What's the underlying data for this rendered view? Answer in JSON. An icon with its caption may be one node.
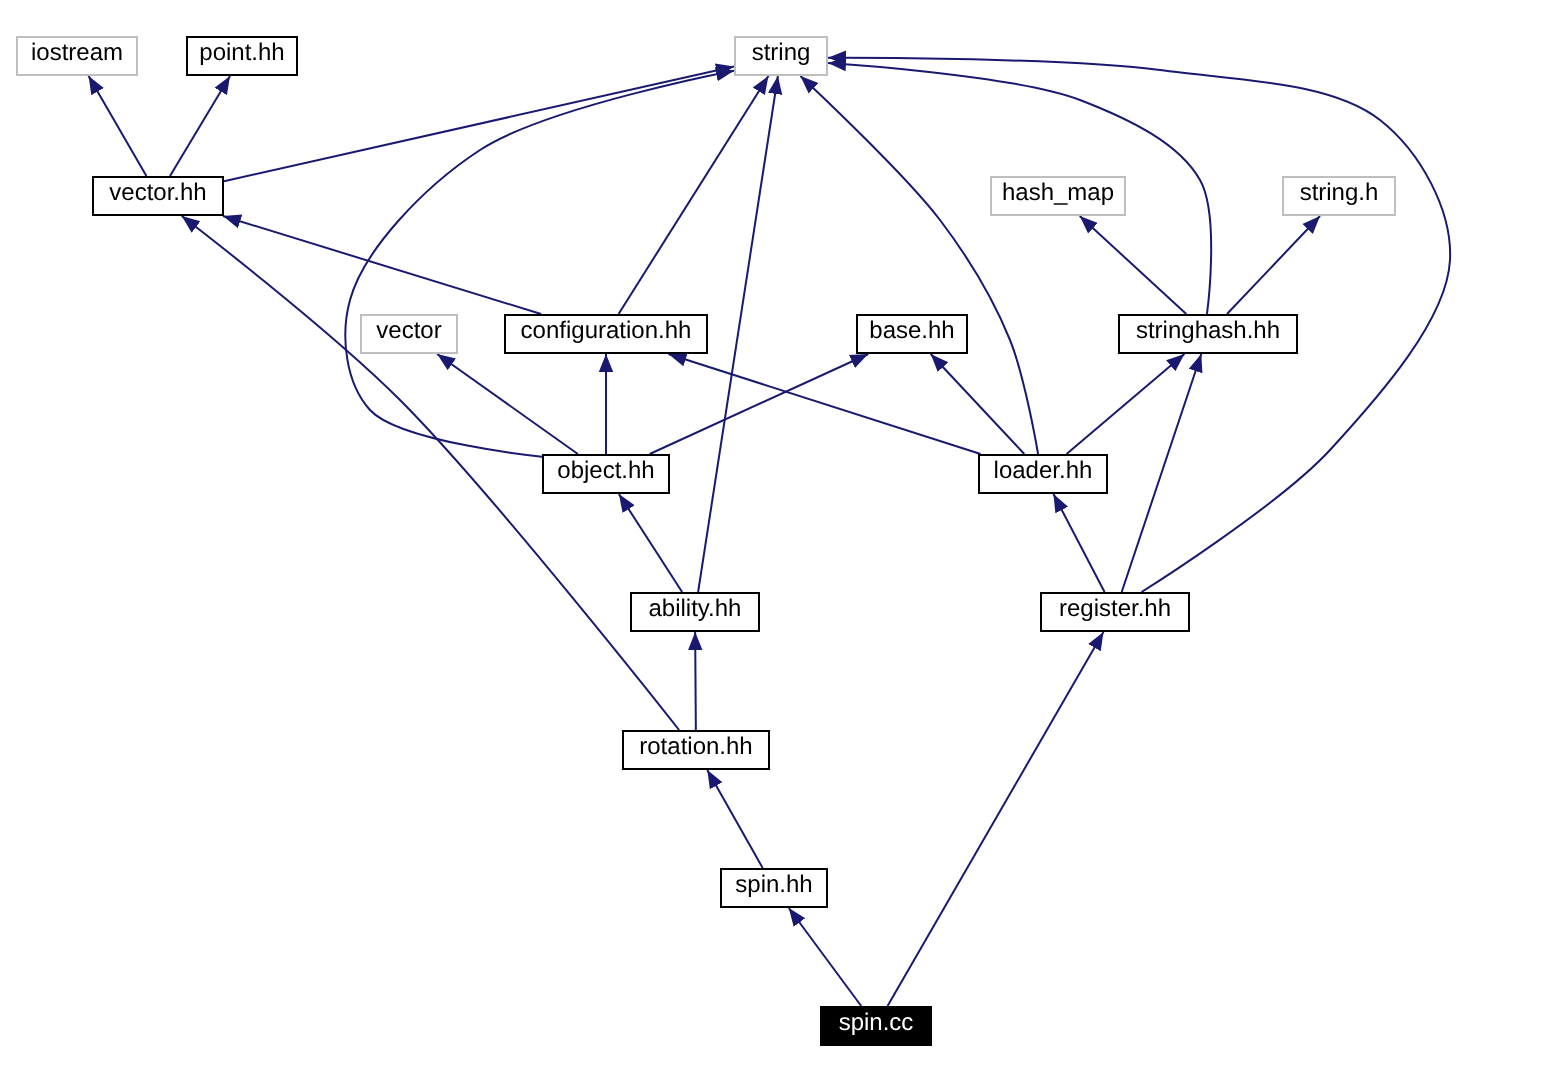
{
  "diagram": {
    "nodes": [
      {
        "text": [
          "iostream"
        ]
      },
      {
        "text": [
          "point.hh"
        ]
      },
      {
        "text": [
          "string"
        ]
      },
      {
        "text": [
          "vector.hh"
        ]
      },
      {
        "text": [
          "hash_map"
        ]
      },
      {
        "text": [
          "string.h"
        ]
      },
      {
        "text": [
          "vector"
        ]
      },
      {
        "text": [
          "configuration.hh"
        ]
      },
      {
        "text": [
          "base.hh"
        ]
      },
      {
        "text": [
          "stringhash.hh"
        ]
      },
      {
        "text": [
          "object.hh"
        ]
      },
      {
        "text": [
          "loader.hh"
        ]
      },
      {
        "text": [
          "ability.hh"
        ]
      },
      {
        "text": [
          "register.hh"
        ]
      },
      {
        "text": [
          "rotation.hh"
        ]
      },
      {
        "text": [
          "spin.hh"
        ]
      },
      {
        "text": [
          "spin.cc"
        ]
      }
    ],
    "edges": [
      {
        "from": 3,
        "to": 0,
        "arrow": "to"
      },
      {
        "from": 3,
        "to": 1,
        "arrow": "to"
      },
      {
        "from": 3,
        "to": 2,
        "arrow": "to"
      },
      {
        "from": 7,
        "to": 3,
        "arrow": "to"
      },
      {
        "from": 7,
        "to": 2,
        "arrow": "to"
      },
      {
        "from": 10,
        "to": 6,
        "arrow": "to"
      },
      {
        "from": 10,
        "to": 7,
        "arrow": "to"
      },
      {
        "from": 10,
        "to": 8,
        "arrow": "to"
      },
      {
        "from": 10,
        "to": 2,
        "arrow": "to"
      },
      {
        "from": 11,
        "to": 8,
        "arrow": "to"
      },
      {
        "from": 11,
        "to": 7,
        "arrow": "to"
      },
      {
        "from": 11,
        "to": 9,
        "arrow": "to"
      },
      {
        "from": 11,
        "to": 2,
        "arrow": "to"
      },
      {
        "from": 9,
        "to": 4,
        "arrow": "to"
      },
      {
        "from": 9,
        "to": 5,
        "arrow": "to"
      },
      {
        "from": 9,
        "to": 2,
        "arrow": "to"
      },
      {
        "from": 12,
        "to": 10,
        "arrow": "to"
      },
      {
        "from": 12,
        "to": 2,
        "arrow": "to"
      },
      {
        "from": 13,
        "to": 11,
        "arrow": "to"
      },
      {
        "from": 13,
        "to": 9,
        "arrow": "to"
      },
      {
        "from": 13,
        "to": 2,
        "arrow": "to"
      },
      {
        "from": 14,
        "to": 12,
        "arrow": "to"
      },
      {
        "from": 14,
        "to": 3,
        "arrow": "to"
      },
      {
        "from": 15,
        "to": 14,
        "arrow": "to"
      },
      {
        "from": 16,
        "to": 15,
        "arrow": "to"
      },
      {
        "from": 16,
        "to": 13,
        "arrow": "to"
      }
    ]
  }
}
